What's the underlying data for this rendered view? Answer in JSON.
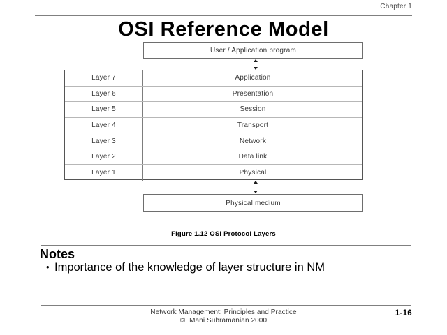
{
  "header": {
    "chapter_label": "Chapter 1"
  },
  "title": "OSI Reference Model",
  "diagram": {
    "top_box": {
      "label": "User / Application program"
    },
    "bottom_box": {
      "label": "Physical medium"
    },
    "arrow_top": {
      "name": "double-headed-arrow"
    },
    "arrow_bottom": {
      "name": "double-headed-arrow"
    },
    "layers": [
      {
        "number": "Layer 7",
        "name": "Application"
      },
      {
        "number": "Layer 6",
        "name": "Presentation"
      },
      {
        "number": "Layer 5",
        "name": "Session"
      },
      {
        "number": "Layer 4",
        "name": "Transport"
      },
      {
        "number": "Layer 3",
        "name": "Network"
      },
      {
        "number": "Layer 2",
        "name": "Data link"
      },
      {
        "number": "Layer 1",
        "name": "Physical"
      }
    ],
    "caption": "Figure 1.12 OSI Protocol Layers"
  },
  "notes": {
    "heading": "Notes",
    "items": [
      {
        "bullet": "•",
        "text": "Importance of the knowledge of layer structure in NM"
      }
    ]
  },
  "footer": {
    "line1": "Network Management: Principles and Practice",
    "line2": "©  Mani Subramanian 2000",
    "page_number": "1-16"
  },
  "colors": {
    "text": "#000000",
    "muted_text": "#3a3a3a",
    "rule": "#808080",
    "box_border": "#6e6e6e",
    "table_border": "#555555",
    "row_divider": "#b7b7b7",
    "background": "#ffffff"
  }
}
